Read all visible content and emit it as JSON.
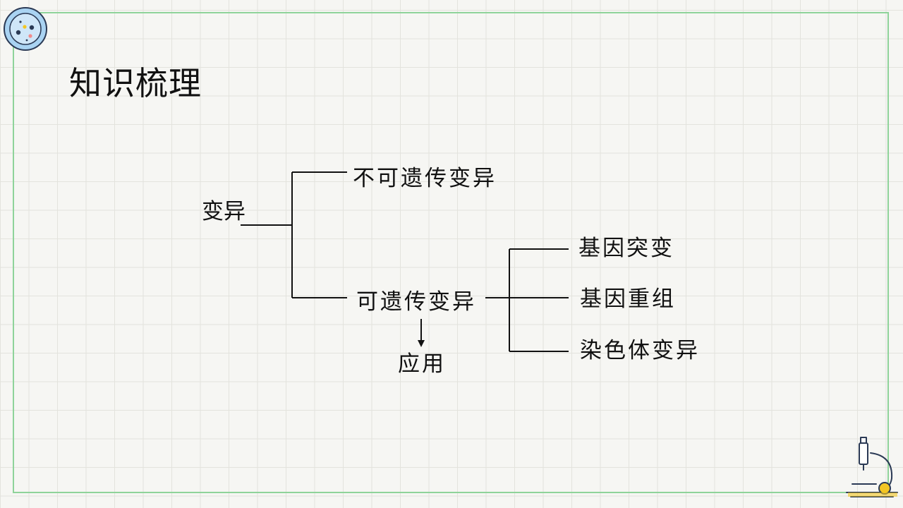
{
  "title": "知识梳理",
  "root": "变异",
  "branches": {
    "non_heritable": "不可遗传变异",
    "heritable": "可遗传变异",
    "application": "应用"
  },
  "heritable_types": [
    "基因突变",
    "基因重组",
    "染色体变异"
  ],
  "colors": {
    "frame": "#8fd39a",
    "grid": "#e3e3dd",
    "background": "#f6f6f3",
    "badge_fill": "#a9d3f2",
    "accent_yellow": "#f3c623"
  },
  "icons": [
    "badge-icon",
    "microscope-icon"
  ]
}
